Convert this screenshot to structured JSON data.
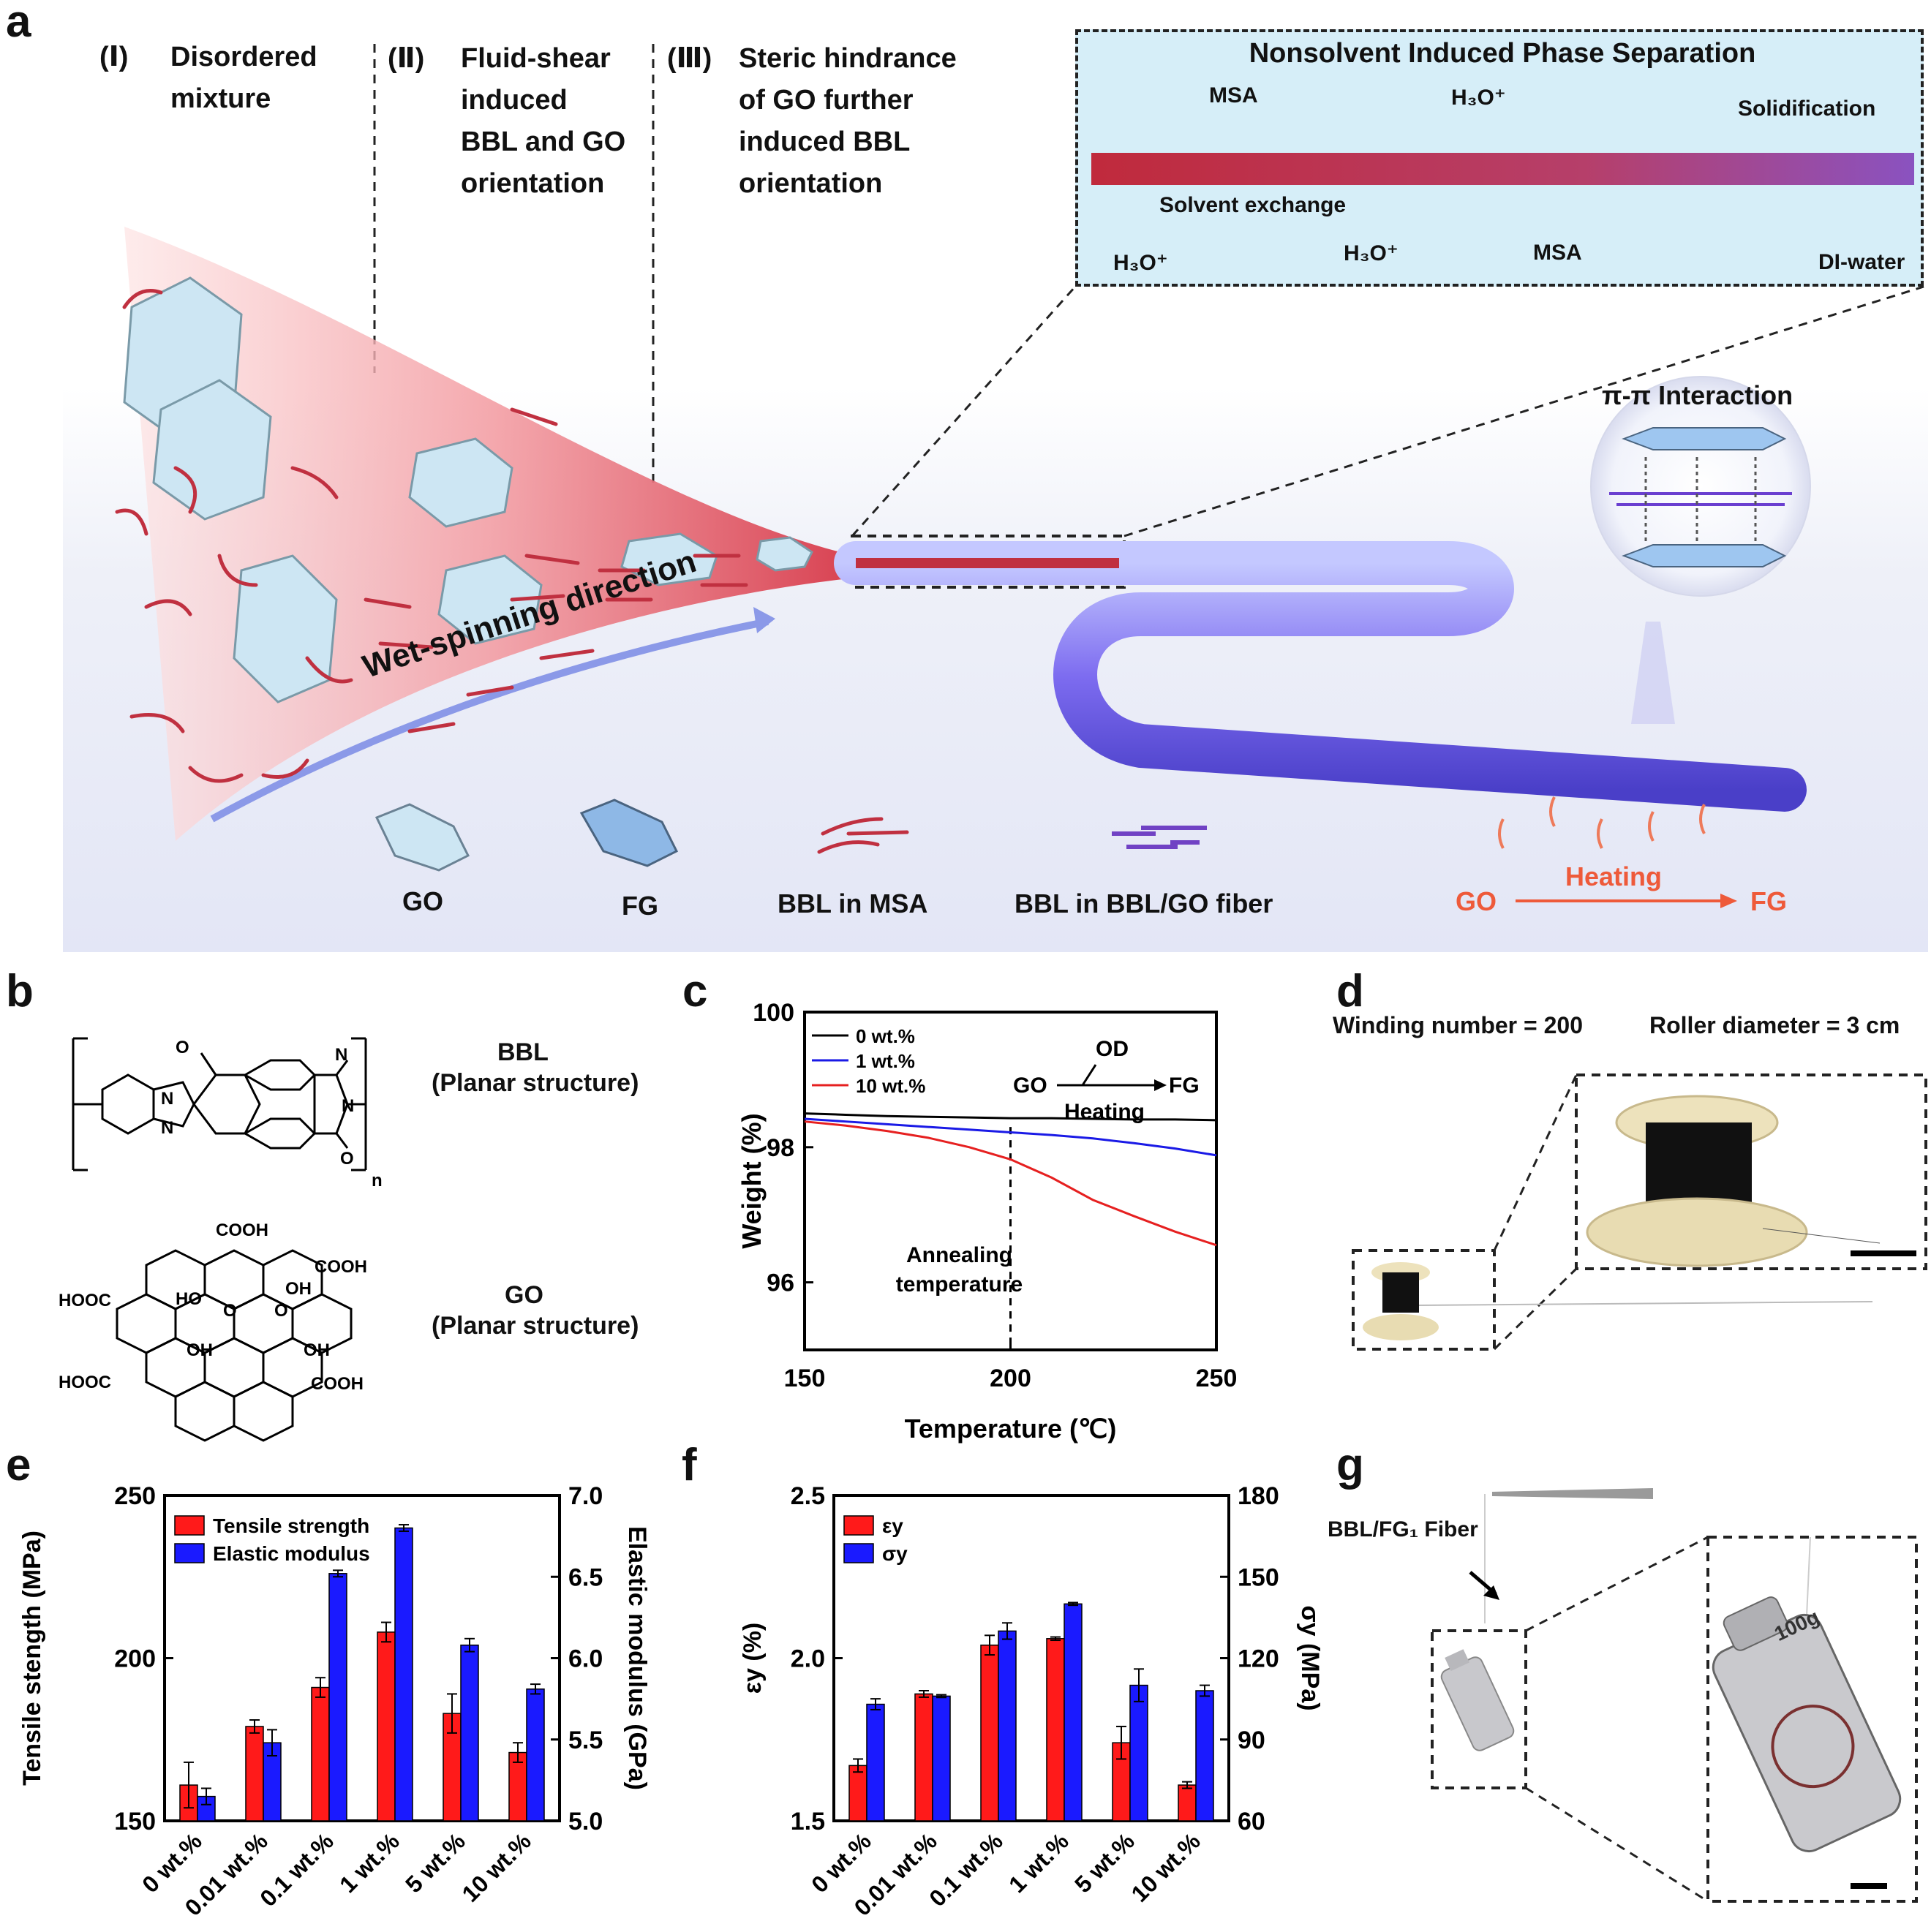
{
  "panel_labels": {
    "a": "a",
    "b": "b",
    "c": "c",
    "d": "d",
    "e": "e",
    "f": "f",
    "g": "g"
  },
  "panel_a": {
    "stages": [
      {
        "num": "(Ⅰ)",
        "lines": [
          "Disordered",
          "mixture"
        ]
      },
      {
        "num": "(Ⅱ)",
        "lines": [
          "Fluid-shear",
          "induced",
          "BBL and GO",
          "orientation"
        ]
      },
      {
        "num": "(Ⅲ)",
        "lines": [
          "Steric hindrance",
          "of GO further",
          "induced BBL",
          "orientation"
        ]
      }
    ],
    "nips": {
      "title": "Nonsolvent Induced Phase Separation",
      "msa_top": "MSA",
      "h3o_top": "H₃O⁺",
      "solidification": "Solidification",
      "solvent_exchange": "Solvent exchange",
      "h3o_bottom_left": "H₃O⁺",
      "h3o_bottom_mid": "H₃O⁺",
      "msa_bottom": "MSA",
      "di_water": "DI-water"
    },
    "pi_pi": "π-π Interaction",
    "direction": "Wet-spinning direction",
    "legend": {
      "go": "GO",
      "fg": "FG",
      "bbl_msa": "BBL in MSA",
      "bbl_fiber": "BBL in BBL/GO fiber"
    },
    "heating": {
      "go": "GO",
      "label": "Heating",
      "fg": "FG"
    }
  },
  "panel_b": {
    "bbl_name": "BBL",
    "bbl_sub": "(Planar structure)",
    "go_name": "GO",
    "go_sub": "(Planar structure)",
    "chem_labels": {
      "o1": "O",
      "o2": "O",
      "n1": "N",
      "n2": "N",
      "n3": "N",
      "n4": "N",
      "n": "n",
      "cooh1": "COOH",
      "cooh2": "COOH",
      "cooh3": "COOH",
      "hooc1": "HOOC",
      "hooc2": "HOOC",
      "oh1": "OH",
      "oh2": "OH",
      "oh3": "OH",
      "ho1": "HO",
      "o3": "O",
      "o4": "O"
    }
  },
  "panel_d": {
    "winding": "Winding number = 200",
    "roller": "Roller diameter = 3 cm"
  },
  "panel_g": {
    "fiber_label": "BBL/FG₁ Fiber",
    "weight_text": "100g"
  },
  "chart_data": [
    {
      "id": "c",
      "type": "line",
      "xlabel": "Temperature (℃)",
      "ylabel": "Weight (%)",
      "xlim": [
        150,
        250
      ],
      "ylim": [
        95,
        100
      ],
      "xticks": [
        150,
        200,
        250
      ],
      "yticks": [
        96,
        98,
        100
      ],
      "annotation": {
        "text": [
          "Annealing",
          "temperature"
        ],
        "x": 200
      },
      "inset": {
        "go": "GO",
        "od": "OD",
        "fg": "FG",
        "heating": "Heating"
      },
      "series": [
        {
          "name": "0 wt.%",
          "color": "#000000",
          "x": [
            150,
            160,
            170,
            180,
            190,
            200,
            210,
            220,
            230,
            240,
            250
          ],
          "y": [
            98.5,
            98.48,
            98.46,
            98.45,
            98.44,
            98.43,
            98.43,
            98.42,
            98.41,
            98.41,
            98.4
          ]
        },
        {
          "name": "1 wt.%",
          "color": "#1a1ae6",
          "x": [
            150,
            160,
            170,
            180,
            190,
            200,
            210,
            220,
            230,
            240,
            250
          ],
          "y": [
            98.42,
            98.38,
            98.34,
            98.3,
            98.26,
            98.22,
            98.18,
            98.13,
            98.06,
            97.98,
            97.88
          ]
        },
        {
          "name": "10 wt.%",
          "color": "#e62020",
          "x": [
            150,
            160,
            170,
            180,
            190,
            200,
            210,
            220,
            230,
            240,
            250
          ],
          "y": [
            98.38,
            98.32,
            98.24,
            98.14,
            98.0,
            97.82,
            97.55,
            97.22,
            96.98,
            96.75,
            96.55
          ]
        }
      ]
    },
    {
      "id": "e",
      "type": "bar",
      "categories": [
        "0 wt.%",
        "0.01 wt.%",
        "0.1 wt.%",
        "1 wt.%",
        "5 wt.%",
        "10 wt.%"
      ],
      "ylabel": "Tensile stength (MPa)",
      "y2label": "Elastic modulus (GPa)",
      "ylim": [
        150,
        250
      ],
      "y2lim": [
        5.0,
        7.0
      ],
      "yticks": [
        150,
        200,
        250
      ],
      "y2ticks": [
        "5.0",
        "5.5",
        "6.0",
        "6.5",
        "7.0"
      ],
      "series": [
        {
          "name": "Tensile strength",
          "axis": "left",
          "color": "#ff1a1a",
          "values": [
            161,
            179,
            191,
            208,
            183,
            171
          ],
          "errors": [
            7,
            2,
            3,
            3,
            6,
            3
          ]
        },
        {
          "name": "Elastic modulus",
          "axis": "right",
          "color": "#1a1aff",
          "values": [
            5.15,
            5.48,
            6.52,
            6.8,
            6.08,
            5.81
          ],
          "errors": [
            0.05,
            0.08,
            0.02,
            0.02,
            0.04,
            0.03
          ]
        }
      ]
    },
    {
      "id": "f",
      "type": "bar",
      "categories": [
        "0 wt.%",
        "0.01 wt.%",
        "0.1 wt.%",
        "1 wt.%",
        "5 wt.%",
        "10 wt.%"
      ],
      "ylabel": "εy (%)",
      "y2label": "σy (MPa)",
      "ylim": [
        1.5,
        2.5
      ],
      "y2lim": [
        60,
        180
      ],
      "yticks": [
        "1.5",
        "2.0",
        "2.5"
      ],
      "y2ticks": [
        60,
        90,
        120,
        150,
        180
      ],
      "series": [
        {
          "name": "εy",
          "axis": "left",
          "color": "#ff1a1a",
          "values": [
            1.67,
            1.89,
            2.04,
            2.06,
            1.74,
            1.61
          ],
          "errors": [
            0.02,
            0.01,
            0.03,
            0.005,
            0.05,
            0.01
          ]
        },
        {
          "name": "σy",
          "axis": "right",
          "color": "#1a1aff",
          "values": [
            103,
            106,
            130,
            140,
            110,
            108
          ],
          "errors": [
            2,
            0.5,
            3,
            0.5,
            6,
            2
          ]
        }
      ]
    }
  ]
}
